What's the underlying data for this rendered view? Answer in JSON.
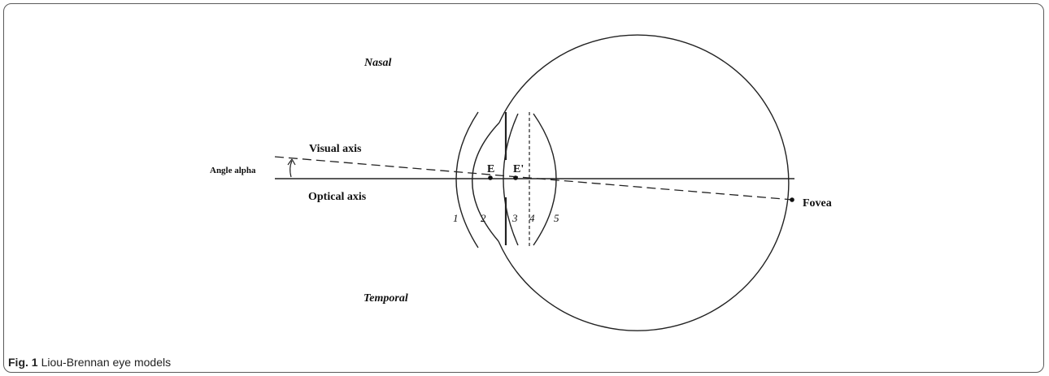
{
  "regions": {
    "nasal": "Nasal",
    "temporal": "Temporal"
  },
  "axes": {
    "visual": "Visual axis",
    "optical": "Optical axis",
    "angle": "Angle alpha"
  },
  "points": {
    "e": "E",
    "e_prime": "E'",
    "fovea": "Fovea"
  },
  "surfaces": [
    "1",
    "2",
    "3",
    "4",
    "5"
  ],
  "caption": {
    "label": "Fig. 1",
    "text": "Liou-Brennan eye models"
  }
}
